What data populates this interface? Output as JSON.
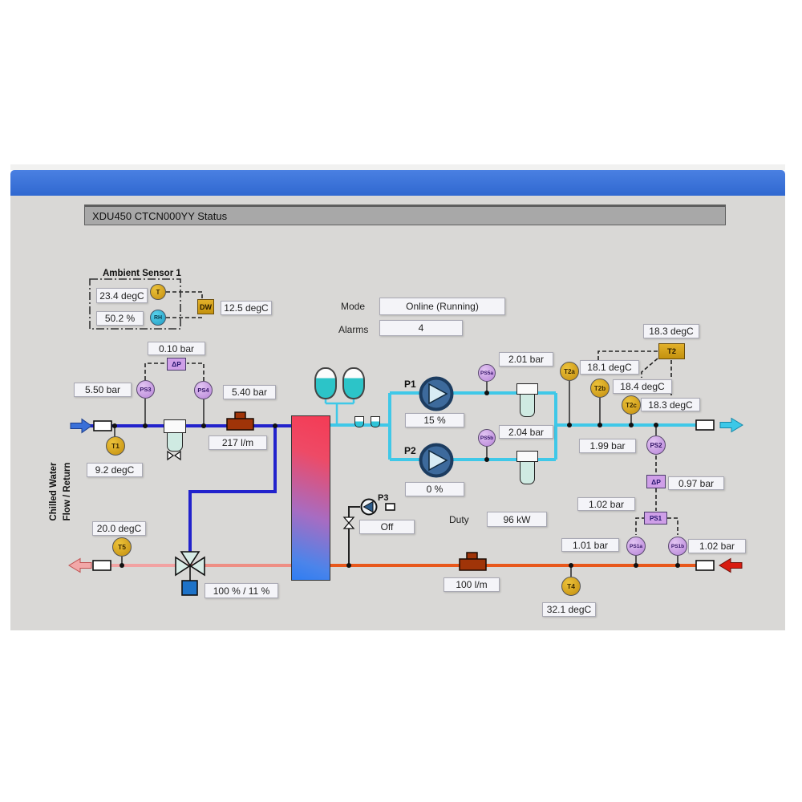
{
  "window": {
    "title": "XDU450 CTCN000YY Status"
  },
  "colors": {
    "titlebar_blue": "#3a73d8",
    "body_gray": "#d9d8d6",
    "supply_pipe_blue": "#2222cc",
    "secondary_pipe_cyan": "#3fc8e8",
    "return_pipe_hot": "#e8581c",
    "return_pipe_cool": "#f2a2a2",
    "sensor_gold": "#d4a017",
    "sensor_violet": "#cfa0e8",
    "valve_actuator_blue": "#1d72c8",
    "flow_meter_brown": "#a03408"
  },
  "side_label": {
    "line1": "Chilled Water",
    "line2": "Flow / Return"
  },
  "ambient": {
    "title": "Ambient Sensor 1",
    "temperature": "23.4 degC",
    "t_tag": "T",
    "humidity": "50.2 %",
    "rh_tag": "RH",
    "dw_tag": "DW",
    "dew_point": "12.5 degC"
  },
  "status": {
    "mode_label": "Mode",
    "mode_value": "Online (Running)",
    "alarms_label": "Alarms",
    "alarms_count": "4"
  },
  "supply": {
    "ps3_tag": "PS3",
    "ps3_value": "5.50 bar",
    "dp_tag": "ΔP",
    "dp_value": "0.10 bar",
    "ps4_tag": "PS4",
    "ps4_value": "5.40 bar",
    "t1_tag": "T1",
    "t1_value": "9.2 degC",
    "flow": "217 l/m"
  },
  "secondary": {
    "p1_label": "P1",
    "p1_speed": "15 %",
    "p2_label": "P2",
    "p2_speed": "0 %",
    "ps5a_tag": "PS5a",
    "ps5a_value": "2.01 bar",
    "ps5b_tag": "PS5b",
    "ps5b_value": "2.04 bar"
  },
  "outlet": {
    "t2a_tag": "T2a",
    "t2a_value": "18.1 degC",
    "t2b_tag": "T2b",
    "t2b_value": "18.4 degC",
    "t2c_tag": "T2c",
    "t2c_value": "18.3 degC",
    "t2_tag": "T2",
    "t2_value": "18.3 degC",
    "ps2_tag": "PS2",
    "ps2_value": "1.99 bar",
    "dp_tag": "ΔP",
    "dp_value": "0.97 bar",
    "ps1_tag": "PS1",
    "ps1_value": "1.02 bar",
    "ps1a_tag": "PS1a",
    "ps1a_value": "1.01 bar",
    "ps1b_tag": "PS1b",
    "ps1b_value": "1.02 bar"
  },
  "ret": {
    "p3_label": "P3",
    "p3_state": "Off",
    "duty_label": "Duty",
    "duty_value": "96 kW",
    "flow": "100 l/m",
    "t4_tag": "T4",
    "t4_value": "32.1 degC",
    "t5_tag": "T5",
    "t5_value": "20.0 degC",
    "valve_position": "100 % / 11 %"
  }
}
